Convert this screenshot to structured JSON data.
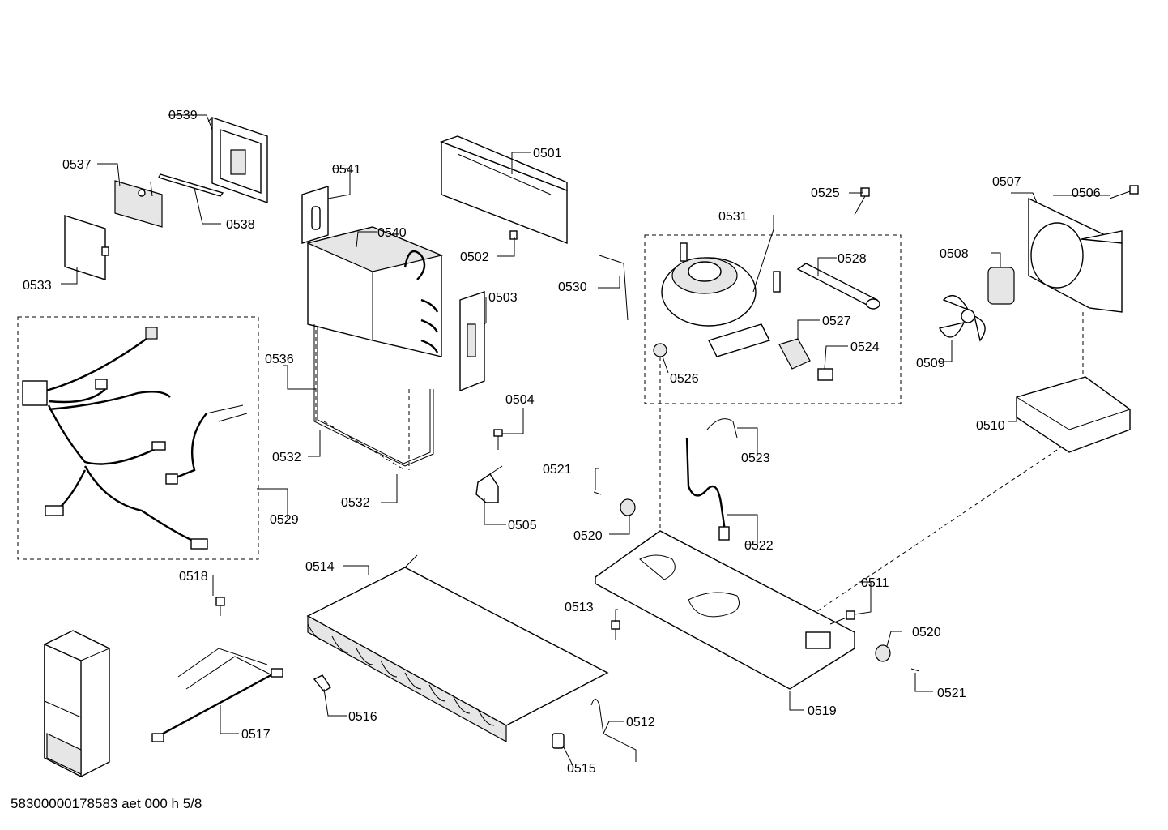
{
  "footer": {
    "code": "58300000178583 aet 000 h 5/8"
  },
  "callouts": [
    {
      "id": "0501",
      "text": "0501"
    },
    {
      "id": "0502",
      "text": "0502"
    },
    {
      "id": "0503",
      "text": "0503"
    },
    {
      "id": "0504",
      "text": "0504"
    },
    {
      "id": "0505",
      "text": "0505"
    },
    {
      "id": "0506",
      "text": "0506"
    },
    {
      "id": "0507",
      "text": "0507"
    },
    {
      "id": "0508",
      "text": "0508"
    },
    {
      "id": "0509",
      "text": "0509"
    },
    {
      "id": "0510",
      "text": "0510"
    },
    {
      "id": "0511",
      "text": "0511"
    },
    {
      "id": "0512",
      "text": "0512"
    },
    {
      "id": "0513",
      "text": "0513"
    },
    {
      "id": "0514",
      "text": "0514"
    },
    {
      "id": "0515",
      "text": "0515"
    },
    {
      "id": "0516",
      "text": "0516"
    },
    {
      "id": "0517",
      "text": "0517"
    },
    {
      "id": "0518",
      "text": "0518"
    },
    {
      "id": "0519",
      "text": "0519"
    },
    {
      "id": "0520a",
      "text": "0520"
    },
    {
      "id": "0520b",
      "text": "0520"
    },
    {
      "id": "0521a",
      "text": "0521"
    },
    {
      "id": "0521b",
      "text": "0521"
    },
    {
      "id": "0522",
      "text": "0522"
    },
    {
      "id": "0523",
      "text": "0523"
    },
    {
      "id": "0524",
      "text": "0524"
    },
    {
      "id": "0525",
      "text": "0525"
    },
    {
      "id": "0526",
      "text": "0526"
    },
    {
      "id": "0527",
      "text": "0527"
    },
    {
      "id": "0528",
      "text": "0528"
    },
    {
      "id": "0529",
      "text": "0529"
    },
    {
      "id": "0530",
      "text": "0530"
    },
    {
      "id": "0531",
      "text": "0531"
    },
    {
      "id": "0532a",
      "text": "0532"
    },
    {
      "id": "0532b",
      "text": "0532"
    },
    {
      "id": "0533",
      "text": "0533"
    },
    {
      "id": "0536",
      "text": "0536"
    },
    {
      "id": "0537",
      "text": "0537"
    },
    {
      "id": "0538",
      "text": "0538"
    },
    {
      "id": "0539",
      "text": "0539"
    },
    {
      "id": "0540",
      "text": "0540"
    },
    {
      "id": "0541",
      "text": "0541"
    }
  ]
}
